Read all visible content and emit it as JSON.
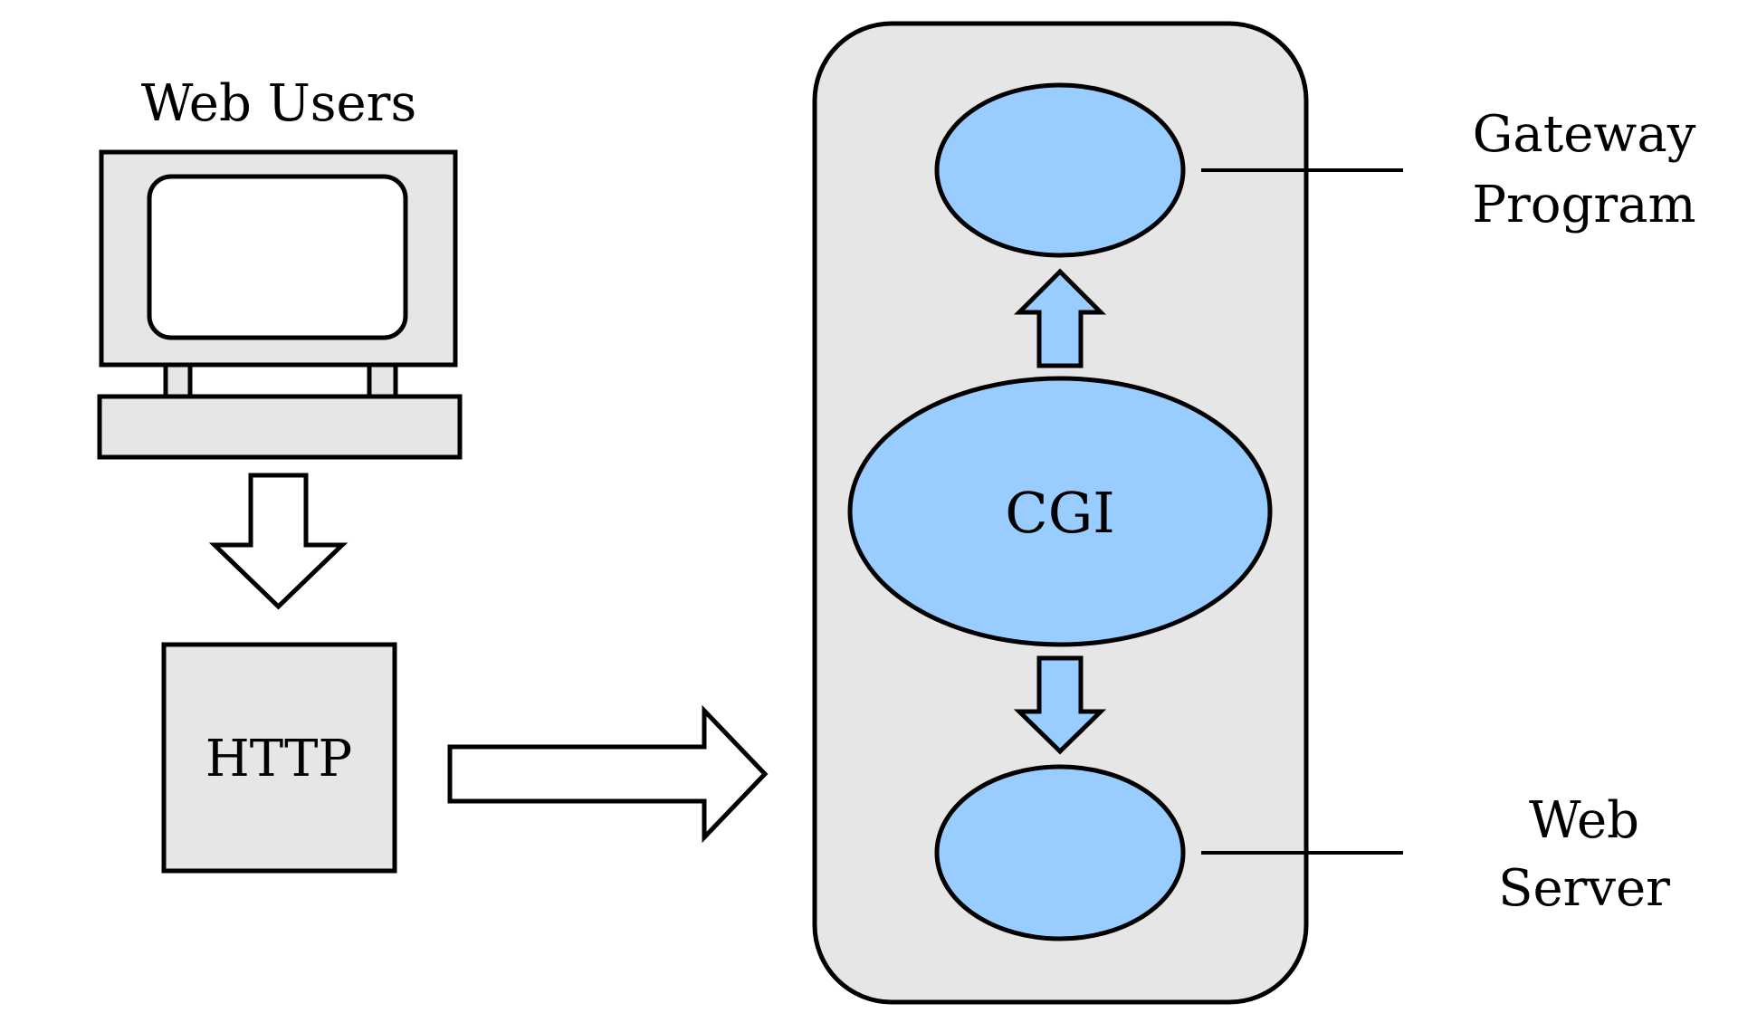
{
  "labels": {
    "web_users": "Web Users",
    "http": "HTTP",
    "cgi": "CGI",
    "gateway_line1": "Gateway",
    "gateway_line2": "Program",
    "web_server_line1": "Web",
    "web_server_line2": "Server"
  },
  "colors": {
    "background": "#ffffff",
    "shape_fill": "#e6e6e6",
    "node_fill": "#99ccff",
    "stroke": "#000000",
    "arrow_fill": "#ffffff"
  }
}
